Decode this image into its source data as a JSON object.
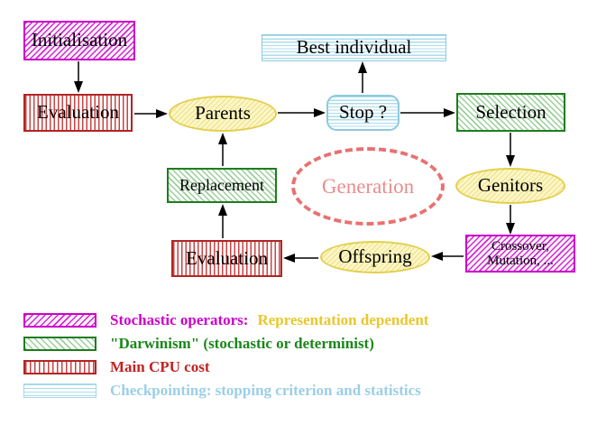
{
  "nodes": {
    "initialisation": "Initialisation",
    "evaluation_top": "Evaluation",
    "parents": "Parents",
    "best_individual": "Best individual",
    "stop": "Stop ?",
    "selection": "Selection",
    "genitors": "Genitors",
    "crossover_line1": "Crossover,",
    "crossover_line2": "Mutation, ...",
    "offspring": "Offspring",
    "evaluation_bottom": "Evaluation",
    "replacement": "Replacement",
    "generation": "Generation"
  },
  "legend": {
    "stochastic_label": "Stochastic operators:",
    "stochastic_extra": "Representation dependent",
    "darwinism_label": "\"Darwinism\" (stochastic or determinist)",
    "cpu_label": "Main CPU cost",
    "checkpoint_label": "Checkpointing: stopping criterion and statistics"
  },
  "colors": {
    "stochastic_magenta": "#cc00cc",
    "darwinism_green_border": "#1e7d1e",
    "darwinism_green_hatch": "#9ccd9c",
    "cpu_red": "#b32424",
    "checkpoint_cyan": "#abdcec",
    "yellow_node_fill": "#fcf7c5",
    "yellow_node_border": "#e3cf4e",
    "generation_dash": "#ea7070",
    "generation_text": "#ea8c8c",
    "legend_gold_text": "#e9c72c",
    "legend_green_text": "#1a871a",
    "legend_red_text": "#c32222",
    "legend_blue_text": "#9bcfe6",
    "arrow_black": "#000000"
  }
}
